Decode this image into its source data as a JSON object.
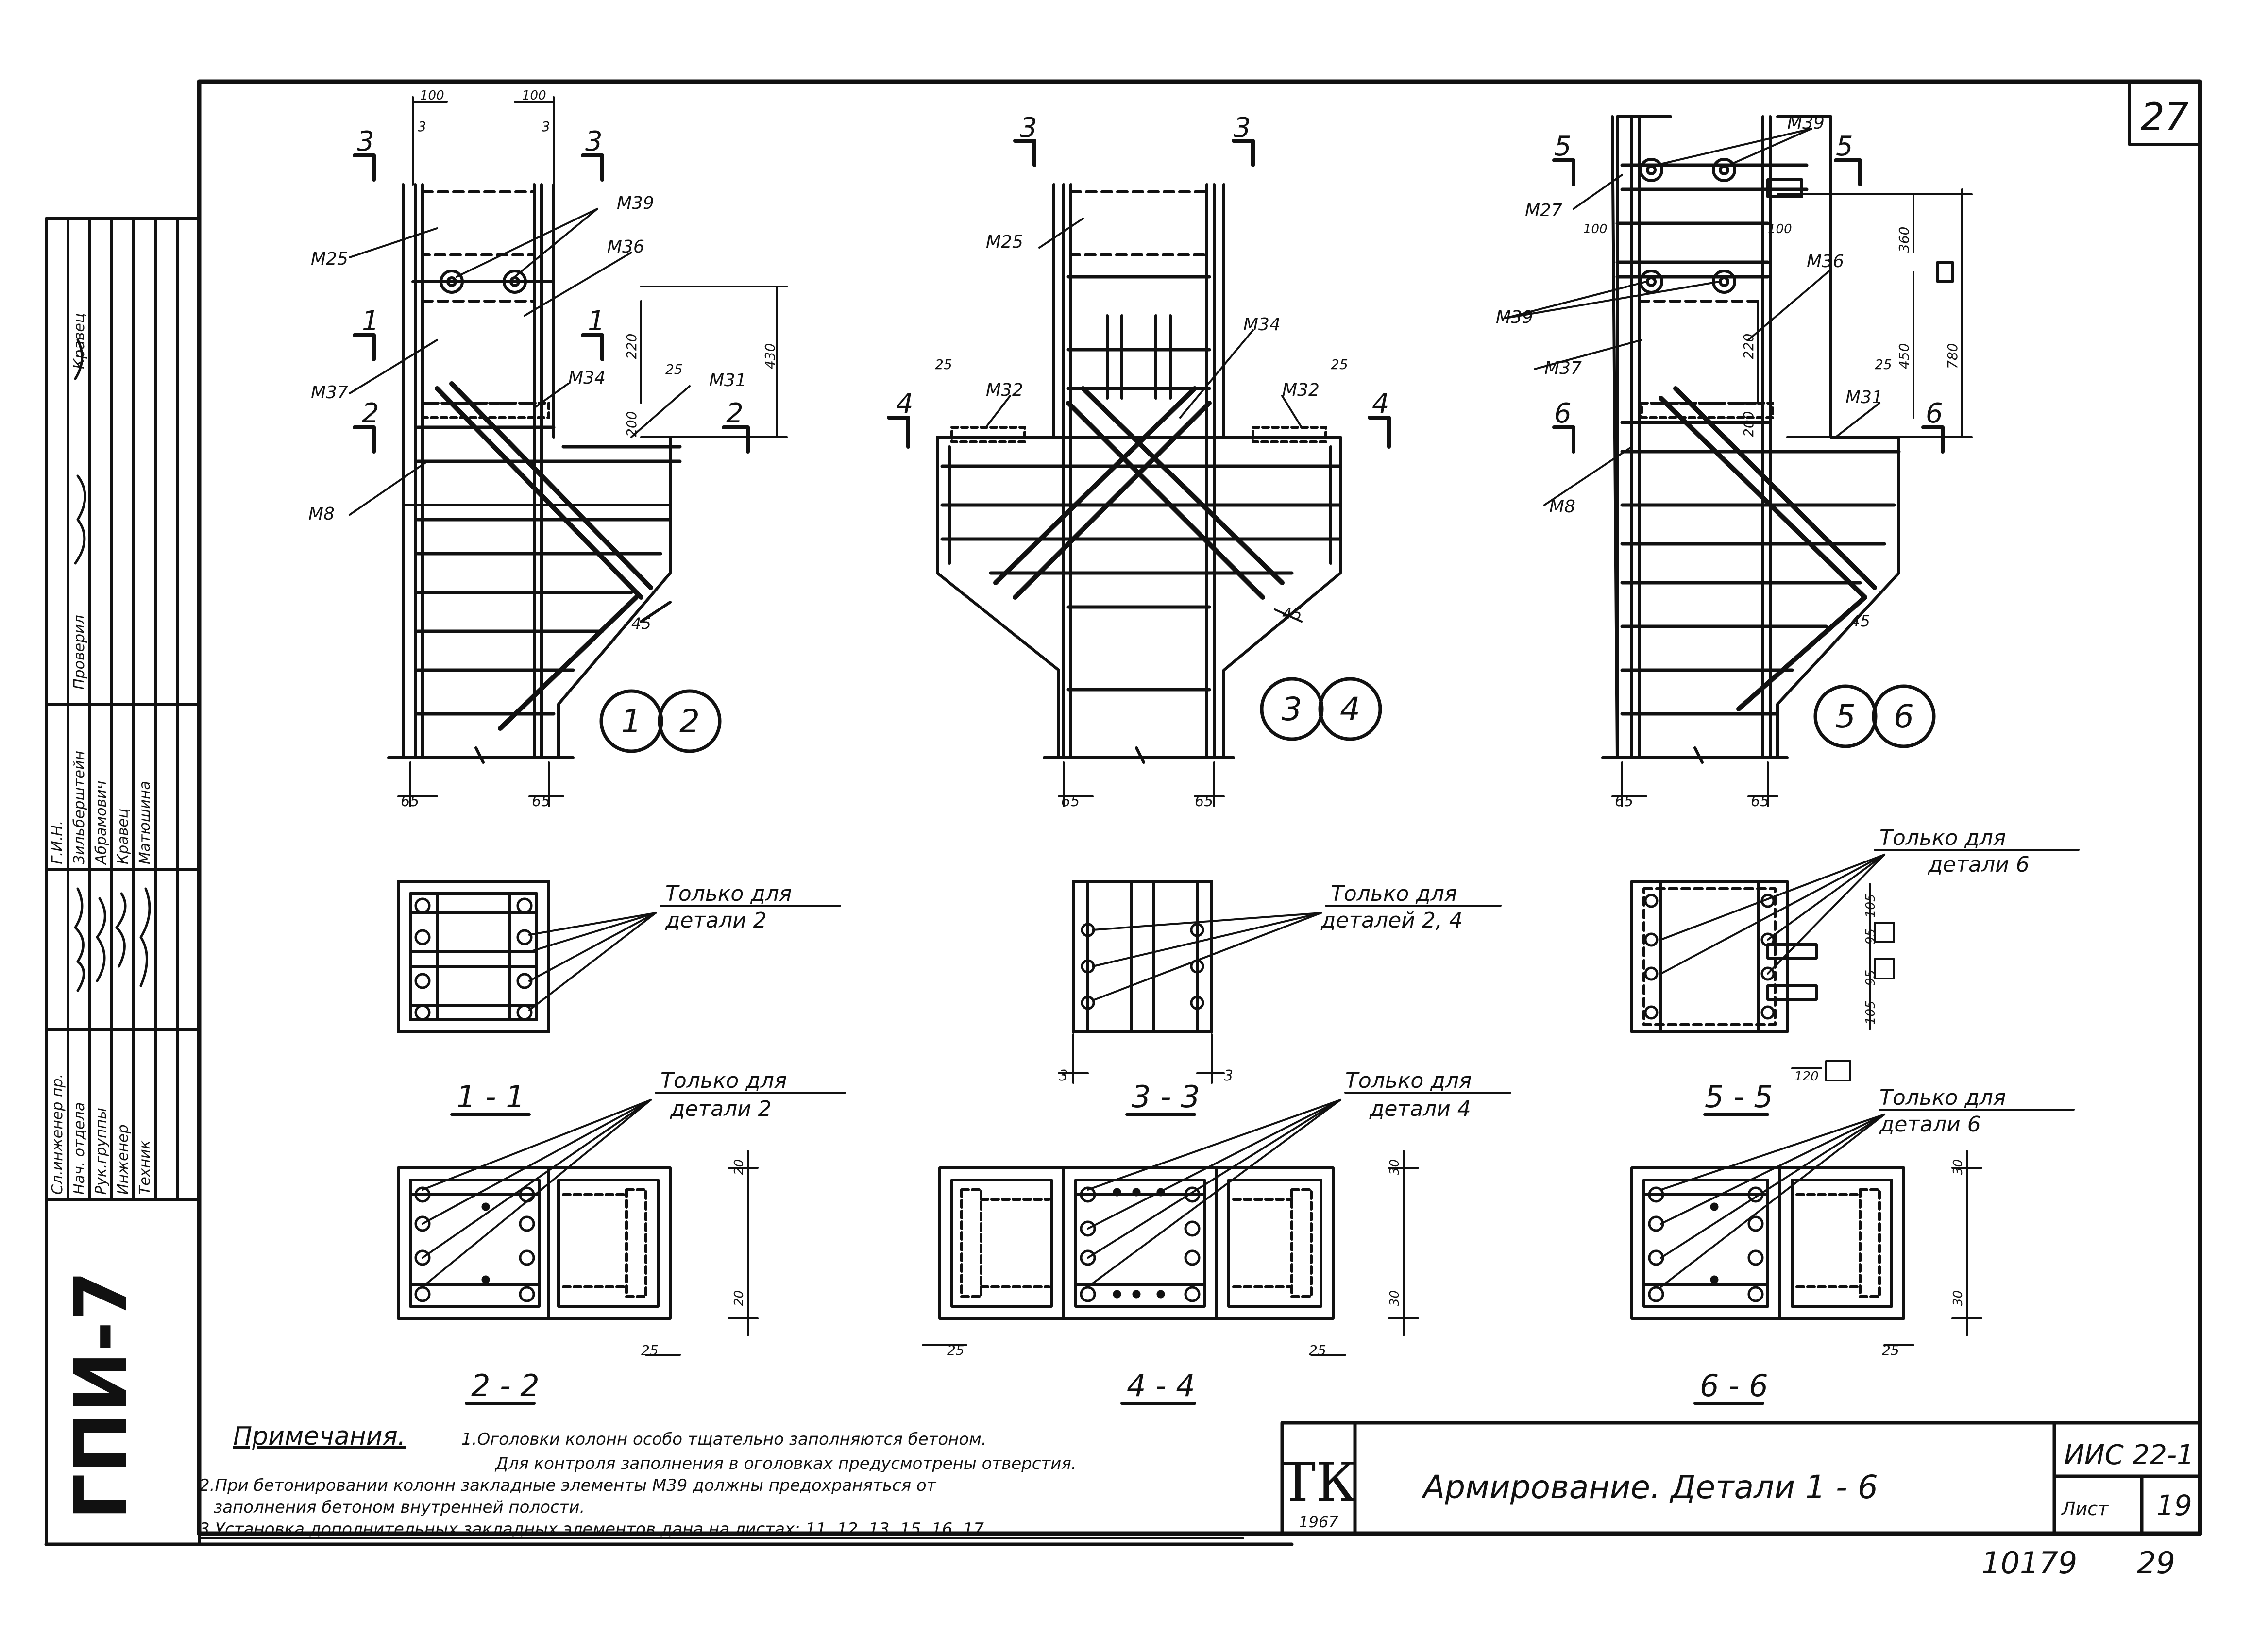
{
  "sheet": {
    "corner_number": "27",
    "bottom_code": "10179",
    "bottom_page": "29"
  },
  "side_stamp": {
    "organization": "ГПИ-7",
    "roles": [
      "Сл.инженер пр.",
      "Нач. отдела",
      "Рук.группы",
      "Инженер",
      "Техник"
    ],
    "names": [
      "Г.И.Н.",
      "Зильберштейн",
      "Абрамович",
      "Кравец",
      "Матюшина"
    ],
    "checked_label": "Проверил",
    "checker": "Кравец"
  },
  "details": [
    {
      "id": "d12",
      "circles": [
        "1",
        "2"
      ],
      "section_top": [
        "3",
        "3"
      ],
      "section_mid": [
        "1",
        "1"
      ],
      "section_low": [
        "2",
        "2"
      ],
      "labels": [
        "M25",
        "M39",
        "M36",
        "M37",
        "M34",
        "M31",
        "M8"
      ],
      "dims": [
        "100",
        "100",
        "3",
        "3",
        "220",
        "430",
        "200",
        "25",
        "45",
        "65",
        "65"
      ]
    },
    {
      "id": "d34",
      "circles": [
        "3",
        "4"
      ],
      "section_top": [
        "3",
        "3"
      ],
      "section_side": [
        "4",
        "4"
      ],
      "labels": [
        "M25",
        "M34",
        "M32",
        "M32"
      ],
      "dims": [
        "25",
        "25",
        "45",
        "65",
        "65"
      ]
    },
    {
      "id": "d56",
      "circles": [
        "5",
        "6"
      ],
      "section_top": [
        "5",
        "5"
      ],
      "section_low": [
        "6",
        "6"
      ],
      "labels": [
        "M39",
        "M27",
        "M36",
        "M39",
        "M37",
        "M31",
        "M8"
      ],
      "dims": [
        "100",
        "100",
        "360",
        "450",
        "780",
        "220",
        "200",
        "25",
        "45",
        "65",
        "65"
      ]
    }
  ],
  "sections": [
    {
      "id": "s11",
      "title": "1 - 1",
      "note_line1": "Только для",
      "note_line2": "детали 2"
    },
    {
      "id": "s33",
      "title": "3 - 3",
      "note_line1": "Только для",
      "note_line2": "деталей 2, 4",
      "dims": [
        "3",
        "3"
      ]
    },
    {
      "id": "s55",
      "title": "5 - 5",
      "note_line1": "Только для",
      "note_line2": "детали 6",
      "dims": [
        "105",
        "95",
        "95",
        "105",
        "120"
      ]
    },
    {
      "id": "s22",
      "title": "2 - 2",
      "note_line1": "Только для",
      "note_line2": "детали 2",
      "dims": [
        "20",
        "20",
        "25"
      ]
    },
    {
      "id": "s44",
      "title": "4 - 4",
      "note_line1": "Только для",
      "note_line2": "детали 4",
      "dims": [
        "30",
        "30",
        "25",
        "25"
      ]
    },
    {
      "id": "s66",
      "title": "6 - 6",
      "note_line1": "Только для",
      "note_line2": "детали 6",
      "dims": [
        "30",
        "30",
        "25"
      ]
    }
  ],
  "notes": {
    "heading": "Примечания.",
    "lines": [
      "1.Оголовки колонн особо тщательно заполняются бетоном.",
      "Для контроля заполнения в оголовках предусмотрены отверстия.",
      "2.При бетонировании колонн закладные элементы М39 должны предохраняться от",
      "заполнения бетоном внутренней полости.",
      "3.Установка дополнительных закладных элементов дана на листах: 11, 12, 13, 15, 16, 17."
    ]
  },
  "title_block": {
    "logo": "ТК",
    "year": "1967",
    "title": "Армирование. Детали 1 - 6",
    "series": "ИИС 22-1",
    "sheet_label": "Лист",
    "sheet_number": "19"
  }
}
